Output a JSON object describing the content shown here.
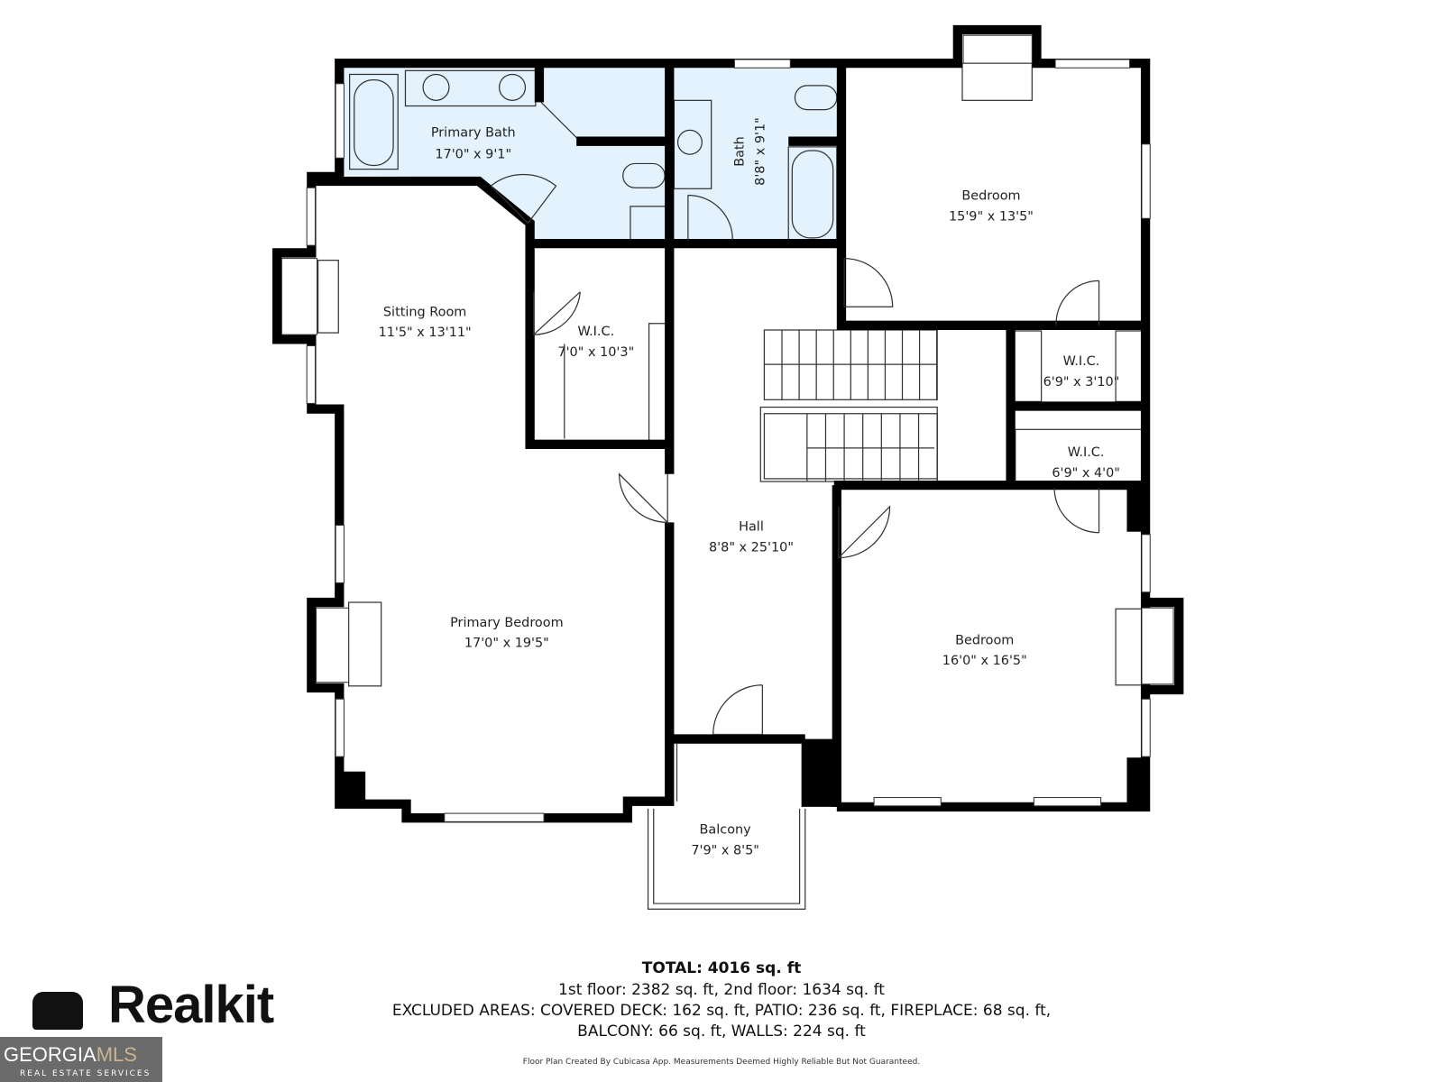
{
  "rooms": [
    {
      "name": "Primary Bath",
      "dims": "17'0\" x 9'1\""
    },
    {
      "name": "Bath",
      "dims": "8'8\" x 9'1\""
    },
    {
      "name": "Bedroom",
      "dims": "15'9\" x 13'5\""
    },
    {
      "name": "Sitting Room",
      "dims": "11'5\" x 13'11\""
    },
    {
      "name": "W.I.C.",
      "dims": "7'0\" x 10'3\""
    },
    {
      "name": "W.I.C.",
      "dims": "6'9\" x 3'10\""
    },
    {
      "name": "W.I.C.",
      "dims": "6'9\" x 4'0\""
    },
    {
      "name": "Hall",
      "dims": "8'8\" x 25'10\""
    },
    {
      "name": "Primary Bedroom",
      "dims": "17'0\" x 19'5\""
    },
    {
      "name": "Bedroom",
      "dims": "16'0\" x 16'5\""
    },
    {
      "name": "Balcony",
      "dims": "7'9\" x 8'5\""
    }
  ],
  "colors": {
    "wet_room_fill": "#e3f2fd",
    "wall": "#000000"
  },
  "summary": {
    "total": "TOTAL: 4016 sq. ft",
    "floors": "1st floor: 2382 sq. ft, 2nd floor: 1634 sq. ft",
    "excluded_line1": "EXCLUDED AREAS: COVERED DECK: 162 sq. ft, PATIO: 236 sq. ft, FIREPLACE: 68 sq. ft,",
    "excluded_line2": "BALCONY: 66 sq. ft, WALLS: 224 sq. ft",
    "credit": "Floor Plan Created By Cubicasa App. Measurements Deemed Highly Reliable But Not Guaranteed."
  },
  "logos": {
    "realkit": "Realkit",
    "georgia_mls_a": "GEORGIA",
    "georgia_mls_b": "MLS",
    "georgia_mls_sub": "REAL ESTATE SERVICES"
  }
}
